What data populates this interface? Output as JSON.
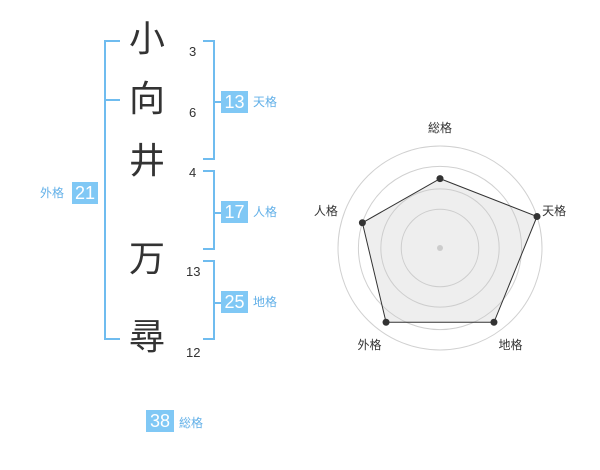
{
  "name_chars": [
    {
      "char": "小",
      "strokes": "3"
    },
    {
      "char": "向",
      "strokes": "6"
    },
    {
      "char": "井",
      "strokes": "4"
    },
    {
      "char": "万",
      "strokes": "13"
    },
    {
      "char": "尋",
      "strokes": "12"
    }
  ],
  "kakaku": {
    "tenkaku": {
      "value": "13",
      "label": "天格"
    },
    "jinkaku": {
      "value": "17",
      "label": "人格"
    },
    "chikaku": {
      "value": "25",
      "label": "地格"
    },
    "gaikaku": {
      "value": "21",
      "label": "外格"
    },
    "soukaku": {
      "value": "38",
      "label": "総格"
    }
  },
  "colors": {
    "accent": "#80c8f5",
    "bracket": "#6fbcef",
    "text": "#333333"
  },
  "chart_data": {
    "type": "radar",
    "axes": [
      "総格",
      "天格",
      "地格",
      "外格",
      "人格"
    ],
    "values": [
      0.68,
      1.0,
      0.9,
      0.9,
      0.8
    ],
    "range": [
      0,
      1
    ],
    "rings": 4
  }
}
